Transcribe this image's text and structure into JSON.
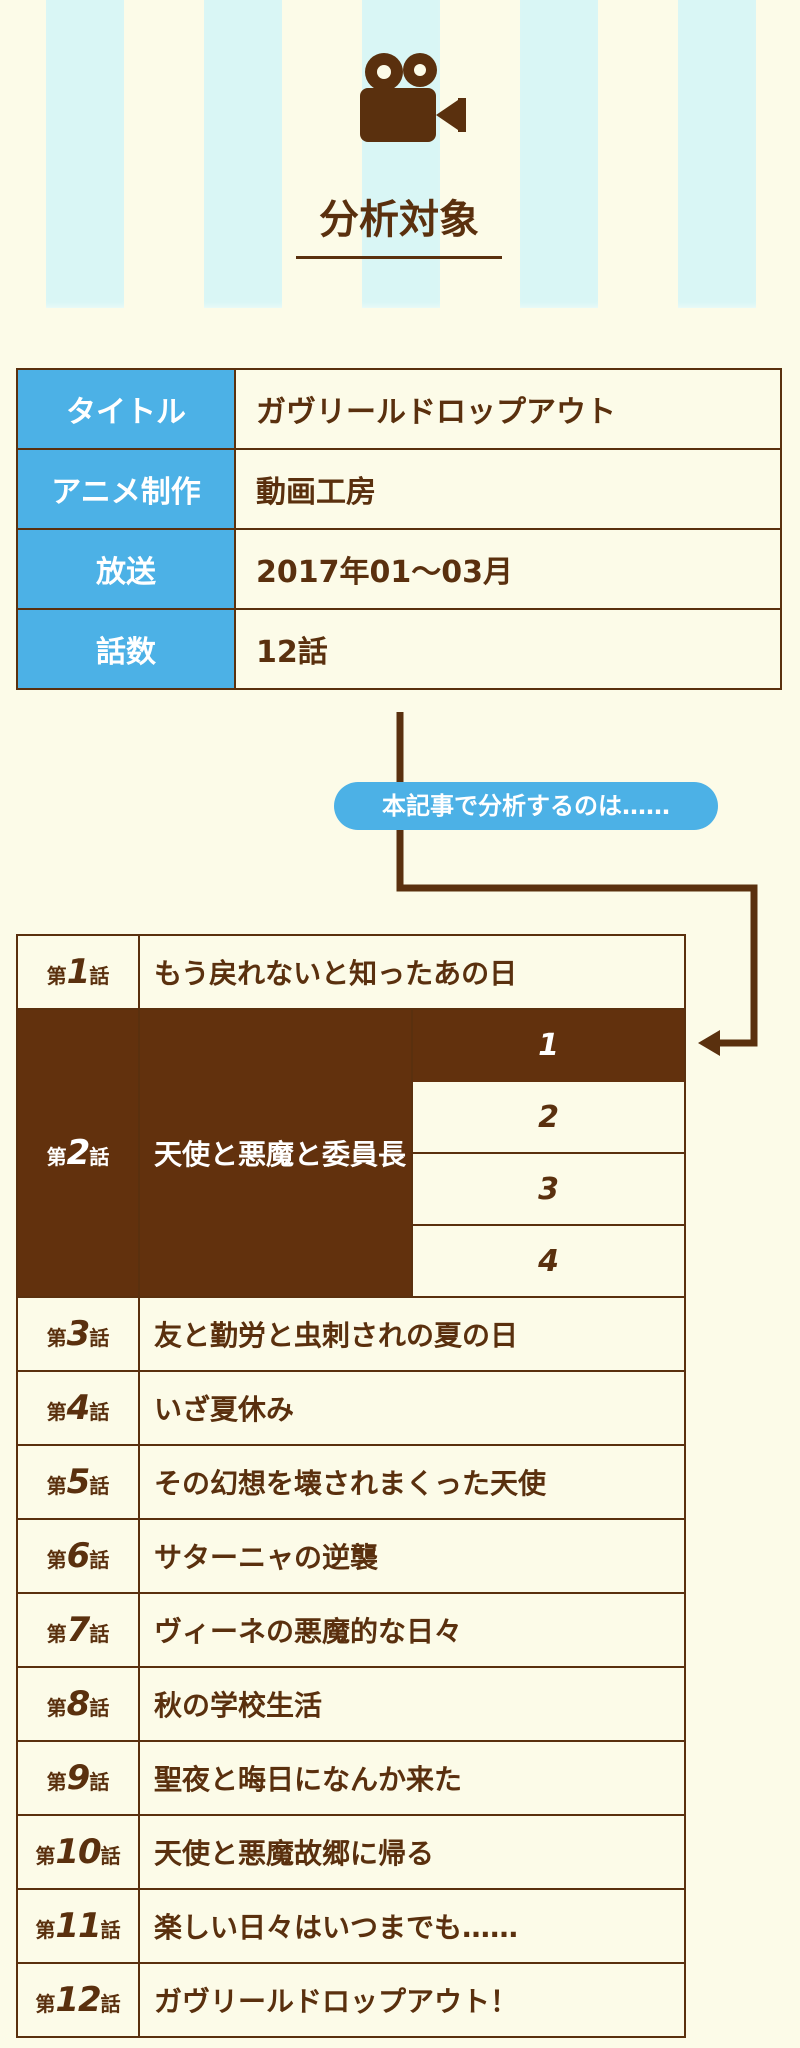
{
  "header": {
    "icon": "movie-camera-icon",
    "title": "分析対象"
  },
  "info": [
    {
      "key": "タイトル",
      "value": "ガヴリールドロップアウト"
    },
    {
      "key": "アニメ制作",
      "value": "動画工房"
    },
    {
      "key": "放送",
      "value": "2017年01〜03月"
    },
    {
      "key": "話数",
      "value": "12話"
    }
  ],
  "callout": "本記事で分析するのは……",
  "episodes": {
    "prefix": "第",
    "suffix": "話",
    "items": [
      {
        "num": "1",
        "title": "もう戻れないと知ったあの日"
      },
      {
        "num": "2",
        "title": "天使と悪魔と委員長",
        "parts": [
          "1",
          "2",
          "3",
          "4"
        ]
      },
      {
        "num": "3",
        "title": "友と勤労と虫刺されの夏の日"
      },
      {
        "num": "4",
        "title": "いざ夏休み"
      },
      {
        "num": "5",
        "title": "その幻想を壊されまくった天使"
      },
      {
        "num": "6",
        "title": "サターニャの逆襲"
      },
      {
        "num": "7",
        "title": "ヴィーネの悪魔的な日々"
      },
      {
        "num": "8",
        "title": "秋の学校生活"
      },
      {
        "num": "9",
        "title": "聖夜と晦日になんか来た"
      },
      {
        "num": "10",
        "title": "天使と悪魔故郷に帰る"
      },
      {
        "num": "11",
        "title": "楽しい日々はいつまでも……"
      },
      {
        "num": "12",
        "title": "ガヴリールドロップアウト！"
      }
    ]
  },
  "colors": {
    "background": "#fcfbe8",
    "brown": "#5a300e",
    "highlight": "#62310d",
    "blue": "#4cb1e6",
    "stripe": "#d9f6f5"
  }
}
